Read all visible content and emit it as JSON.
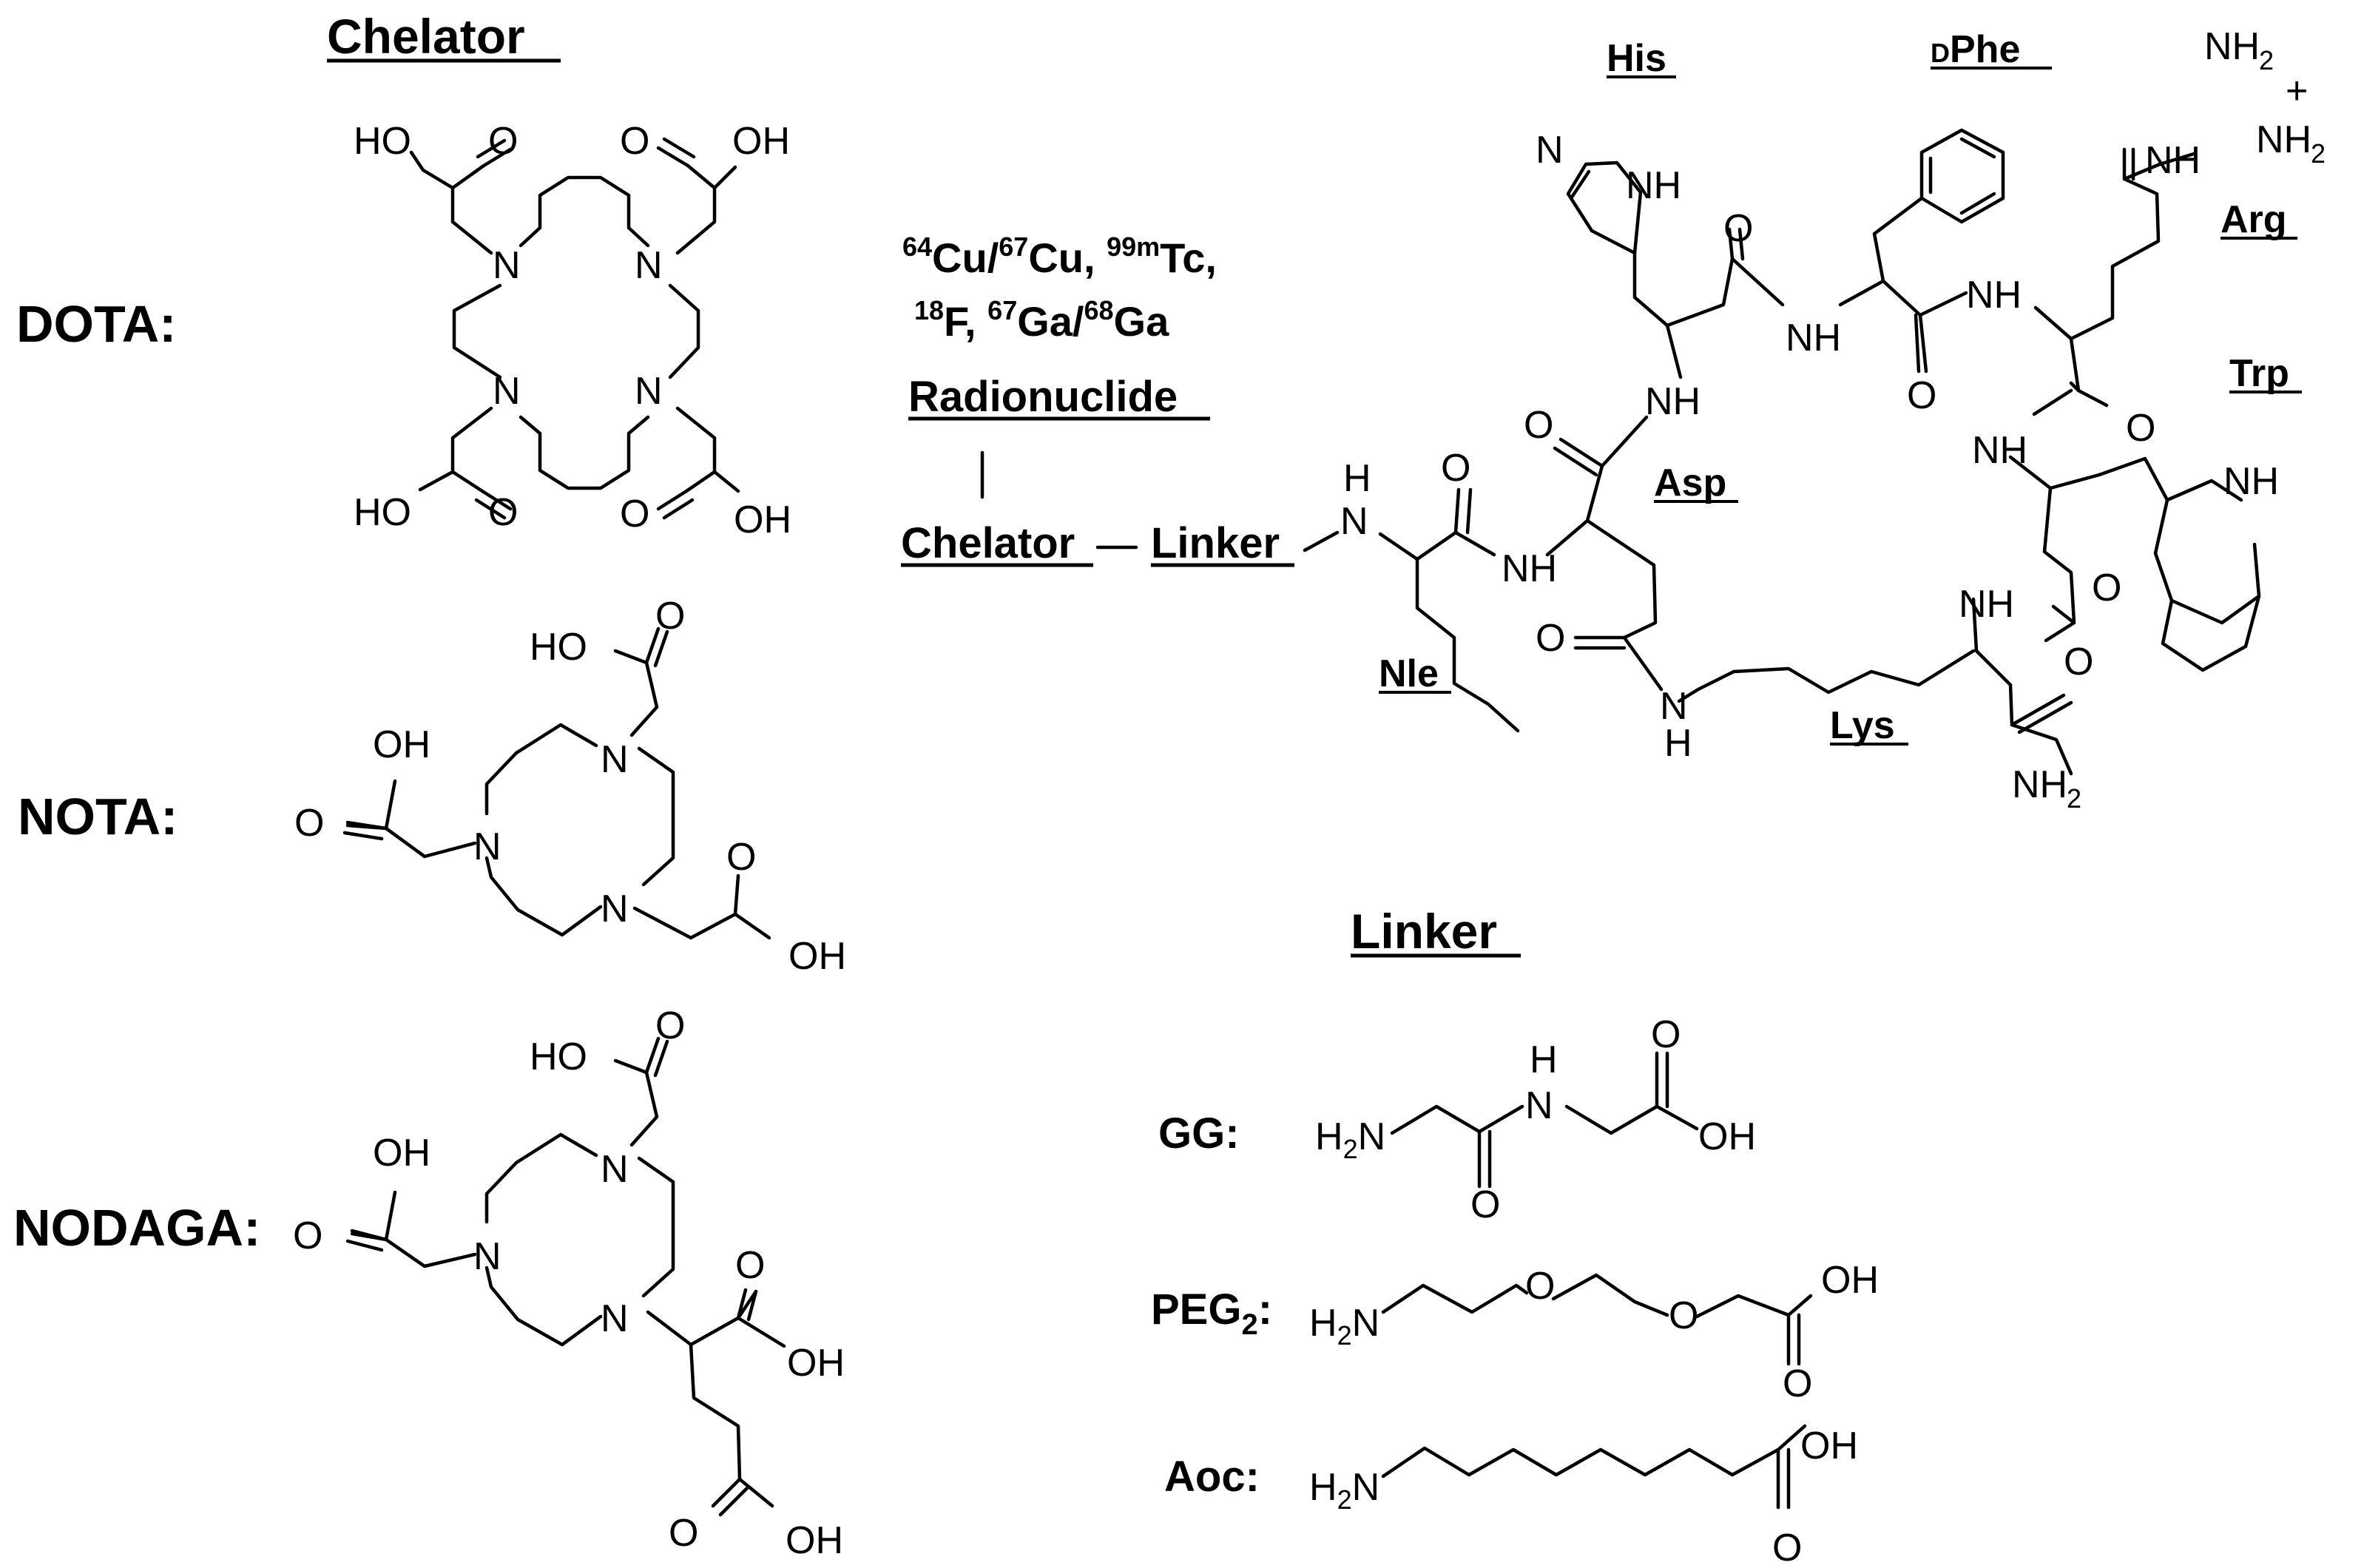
{
  "headings": {
    "chelator": "Chelator",
    "linker": "Linker"
  },
  "chelators": {
    "dota": "DOTA:",
    "nota": "NOTA:",
    "nodaga": "NODAGA:"
  },
  "linkers": {
    "gg": "GG:",
    "peg2": "PEG",
    "peg2_sub": "2",
    "peg2_colon": ":",
    "aoc": "Aoc:"
  },
  "center": {
    "isotopes_line1_a": "64",
    "isotopes_line1_b": "Cu/",
    "isotopes_line1_c": "67",
    "isotopes_line1_d": "Cu, ",
    "isotopes_line1_e": "99m",
    "isotopes_line1_f": "Tc,",
    "isotopes_line2_a": "18",
    "isotopes_line2_b": "F, ",
    "isotopes_line2_c": "67",
    "isotopes_line2_d": "Ga/",
    "isotopes_line2_e": "68",
    "isotopes_line2_f": "Ga",
    "radionuclide": "Radionuclide",
    "chelator": "Chelator",
    "linker": "Linker"
  },
  "residues": {
    "his": "His",
    "dphe_prefix": "D",
    "dphe": "Phe",
    "arg": "Arg",
    "trp": "Trp",
    "asp": "Asp",
    "nle": "Nle",
    "lys": "Lys"
  },
  "atoms": {
    "N": "N",
    "NH": "NH",
    "H": "H",
    "O": "O",
    "OH": "OH",
    "HO": "HO",
    "NH2": "NH",
    "H2N": "H",
    "sub2": "2",
    "plus": "+"
  }
}
